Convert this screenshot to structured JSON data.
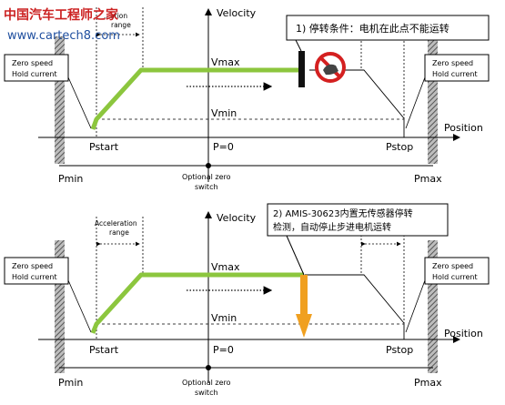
{
  "watermark": {
    "title": "中国汽车工程师之家",
    "url": "www.cartech8.com",
    "colors": {
      "title": "#cc2222",
      "url": "#1f4f9f"
    }
  },
  "panel_top": {
    "y_axis_label": "Velocity",
    "x_axis_label": "Position",
    "vmax": "Vmax",
    "vmin": "Vmin",
    "pstart": "Pstart",
    "pstop": "Pstop",
    "p0": "P=0",
    "pmin": "Pmin",
    "pmax": "Pmax",
    "zero_speed_left": [
      "Zero speed",
      "Hold current"
    ],
    "zero_speed_right": [
      "Zero speed",
      "Hold current"
    ],
    "optional_zero": [
      "Optional zero",
      "switch"
    ],
    "accel_partial": [
      "...ation",
      "range"
    ],
    "callout": "1) 停转条件：电机在此点不能运转",
    "stop_icon": "prohibited-icon"
  },
  "panel_bottom": {
    "y_axis_label": "Velocity",
    "x_axis_label": "Position",
    "vmax": "Vmax",
    "vmin": "Vmin",
    "pstart": "Pstart",
    "pstop": "Pstop",
    "p0": "P=0",
    "pmin": "Pmin",
    "pmax": "Pmax",
    "zero_speed_left": [
      "Zero speed",
      "Hold current"
    ],
    "zero_speed_right": [
      "Zero speed",
      "Hold current"
    ],
    "optional_zero": [
      "Optional zero",
      "switch"
    ],
    "accel_range": [
      "Acceleration",
      "range"
    ],
    "callout": [
      "2) AMIS-30623内置无传感器停转",
      "检测，自动停止步进电机运转"
    ]
  },
  "colors": {
    "profile_green": "#8cc63e",
    "arrow_orange": "#f0a020",
    "stop_red": "#d42020",
    "hatch": "#555555"
  }
}
